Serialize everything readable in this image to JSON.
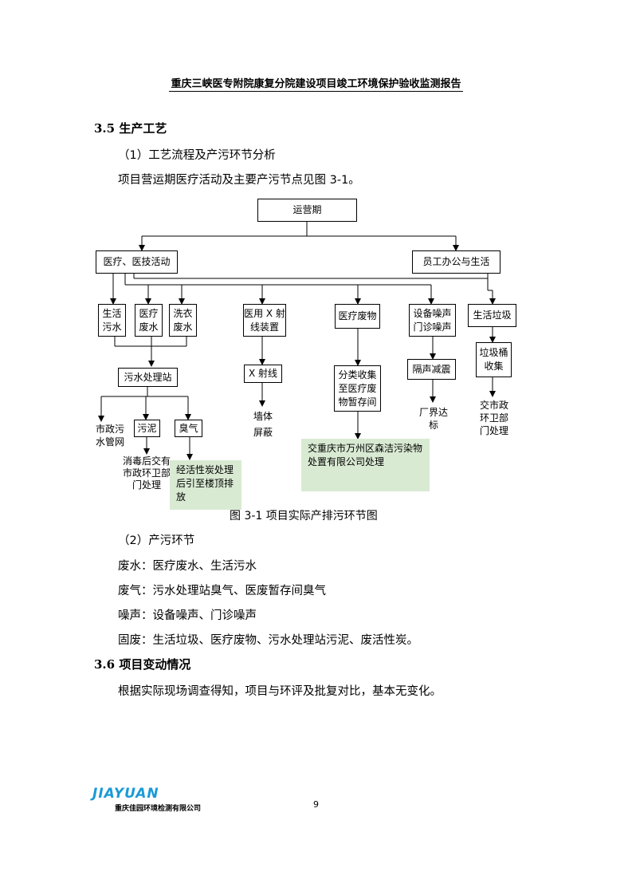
{
  "header": {
    "title": "重庆三峡医专附院康复分院建设项目竣工环境保护验收监测报告"
  },
  "section_35": {
    "heading": "3.5  生产工艺",
    "sub1": "（1）工艺流程及产污环节分析",
    "intro": "项目营运期医疗活动及主要产污节点见图 3-1。"
  },
  "flow": {
    "top": "运营期",
    "medical": "医疗、医技活动",
    "staff": "员工办公与生活",
    "domestic_ww": "生活\n污水",
    "medical_ww": "医疗\n废水",
    "laundry_ww": "洗衣\n废水",
    "xray_device": "医用 X 射\n线装置",
    "medical_waste": "医疗废物",
    "noise": "设备噪声\n门诊噪声",
    "garbage": "生活垃圾",
    "wwtp": "污水处理站",
    "xray": "X 射线",
    "sorting": "分类收集\n至医疗废\n物暂存间",
    "noise_ctrl": "隔声减震",
    "bin": "垃圾桶\n收集",
    "municipal": "市政污\n水管网",
    "sludge": "污泥",
    "odor": "臭气",
    "wall": "墙体\n屏蔽",
    "boundary": "厂界达\n标",
    "sanitation": "交市政\n环卫部\n门处理",
    "sludge_out": "消毒后交有\n市政环卫部\n门处理",
    "odor_out": "经活性炭处理\n后引至楼顶排\n放",
    "waste_out": "交重庆市万州区森洁污染物\n处置有限公司处理"
  },
  "figure_caption": "图 3-1      项目实际产排污环节图",
  "section_35b": {
    "sub2": "（2）产污环节",
    "line1": "废水：医疗废水、生活污水",
    "line2": "废气：污水处理站臭气、医废暂存间臭气",
    "line3": "噪声：设备噪声、门诊噪声",
    "line4": "固废：生活垃圾、医疗废物、污水处理站污泥、废活性炭。"
  },
  "section_36": {
    "heading": "3.6  项目变动情况",
    "text": "根据实际现场调查得知，项目与环评及批复对比，基本无变化。"
  },
  "footer": {
    "logo_text": "JIAYUAN",
    "company": "重庆佳园环境检测有限公司",
    "page": "9"
  },
  "colors": {
    "note_bg": "#d9ead3",
    "logo": "#1a9ad6"
  }
}
